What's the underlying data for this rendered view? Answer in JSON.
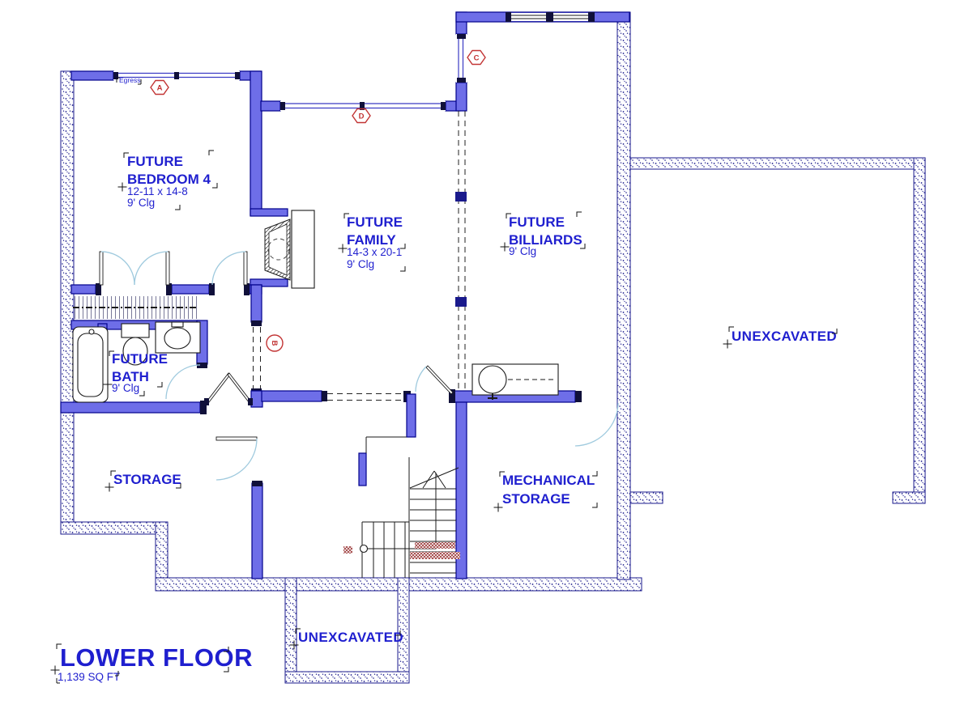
{
  "plan": {
    "title": "LOWER FLOOR",
    "area": "1,139 SQ FT"
  },
  "rooms": {
    "bedroom": {
      "line1": "FUTURE",
      "line2": "BEDROOM 4",
      "dims": "12-11 x 14-8",
      "ceiling": "9' Clg"
    },
    "family": {
      "line1": "FUTURE",
      "line2": "FAMILY",
      "dims": "14-3 x 20-1",
      "ceiling": "9' Clg"
    },
    "billiards": {
      "line1": "FUTURE",
      "line2": "BILLIARDS",
      "ceiling": "9' Clg"
    },
    "bath": {
      "line1": "FUTURE",
      "line2": "BATH",
      "ceiling": "9' Clg"
    },
    "storage": {
      "label": "STORAGE"
    },
    "mechanical": {
      "line1": "MECHANICAL",
      "line2": "STORAGE"
    },
    "unexcavated_right": {
      "label": "UNEXCAVATED"
    },
    "unexcavated_bottom": {
      "label": "UNEXCAVATED"
    }
  },
  "markers": {
    "a": "A",
    "b": "B",
    "c": "C",
    "d": "D"
  },
  "notes": {
    "egress": "Egress"
  },
  "colors": {
    "wall_fill": "#6e6ee8",
    "wall_edge": "#00008b",
    "foundation": "#1a1a8c",
    "label_text": "#1f1fcf",
    "marker_red": "#c23434",
    "door_arc": "#9fcade",
    "stair_hatch": "#9c3a3a"
  }
}
